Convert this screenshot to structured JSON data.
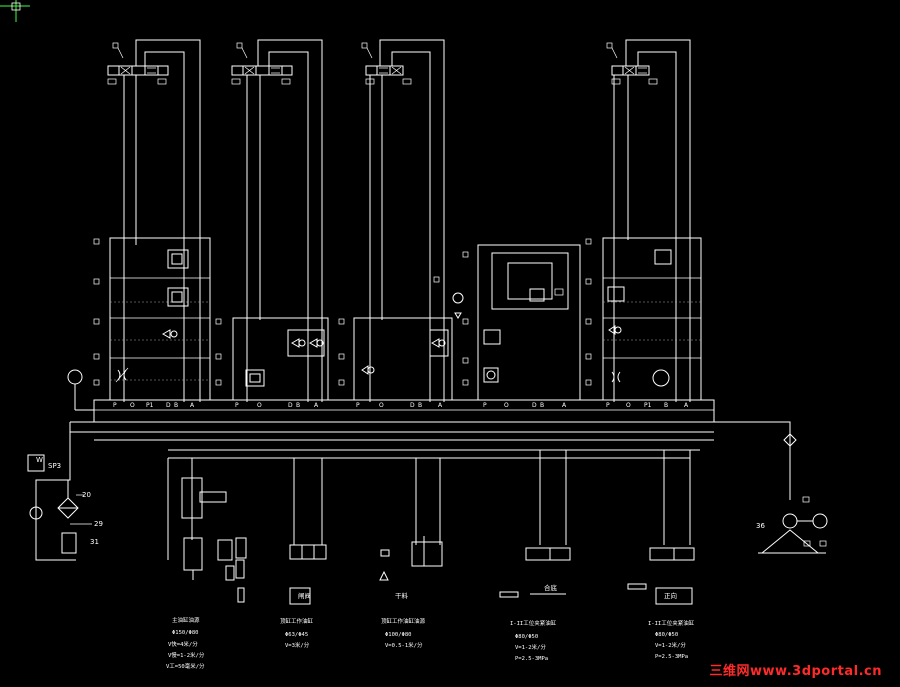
{
  "drawing": {
    "port_labels": {
      "unit1": [
        "P",
        "O",
        "P1",
        "D",
        "B",
        "A"
      ],
      "unit2": [
        "P",
        "O",
        "D",
        "B",
        "A"
      ],
      "unit3": [
        "P",
        "O",
        "D",
        "B",
        "A"
      ],
      "unit4": [
        "P",
        "O",
        "D",
        "B",
        "A"
      ],
      "unit5": [
        "P",
        "O",
        "P1",
        "B",
        "A"
      ]
    },
    "left_tags": {
      "w": "W",
      "sp": "SP3",
      "n20": "20",
      "n29": "29",
      "n31": "31"
    },
    "right_tag": "36",
    "cylinder_labels": [
      "闸阀",
      "合底",
      "干料",
      "正向"
    ],
    "captions": [
      [
        "主油缸油源",
        "Φ150/Φ80",
        "V快=4米/分",
        "V慢=1-2米/分",
        "V工=50毫米/分"
      ],
      [
        "顶缸工作油缸",
        "Φ63/Φ45",
        "V=3米/分"
      ],
      [
        "顶缸工作油缸油源",
        "Φ100/Φ80",
        "V=0.5-1米/分"
      ],
      [
        "I-II工位夹紧油缸",
        "Φ80/Φ50",
        "V=1-2米/分",
        "P=2.5-3MPa"
      ],
      [
        "I-II工位夹紧油缸",
        "Φ80/Φ50",
        "V=1-2米/分",
        "P=2.5-3MPa"
      ]
    ],
    "watermark": "三维网www.3dportal.cn"
  }
}
